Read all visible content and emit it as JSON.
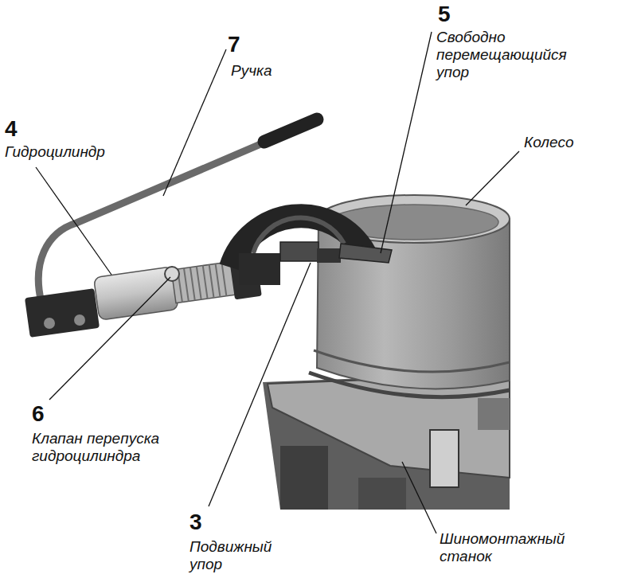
{
  "diagram": {
    "labels": [
      "7",
      "Ручка",
      "5",
      "Свободно перемещающийся упор",
      "4",
      "Гидроцилиндр",
      "Колесо",
      "6",
      "Клапан перепуска гидроцилиндра",
      "3",
      "Подвижный упор",
      "Шиномонтажный станок"
    ]
  }
}
